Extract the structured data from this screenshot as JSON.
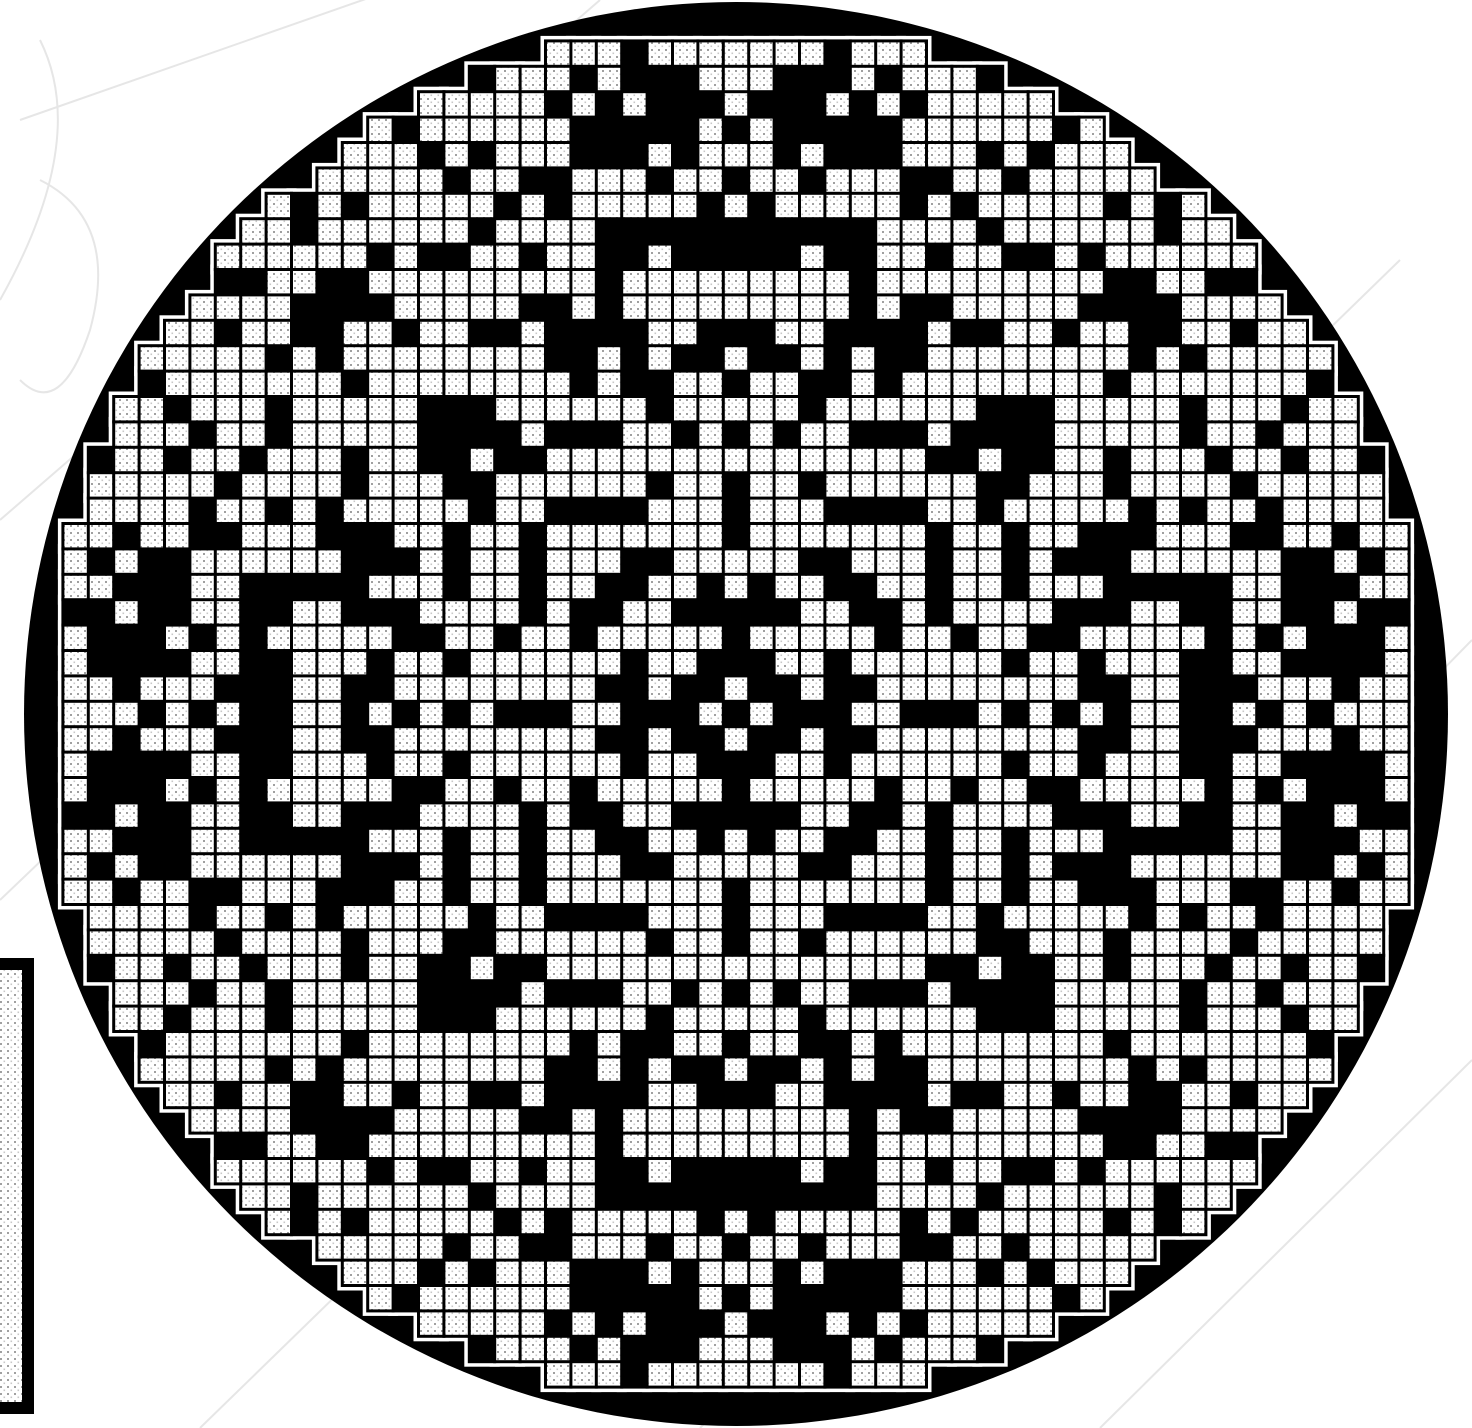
{
  "figure": {
    "description_visible_text": "",
    "colors": {
      "ink": "#000000",
      "paper": "#ffffff",
      "mesh": "#bdbdbd",
      "watermark": "#e6e6e6"
    },
    "grid": {
      "columns": 53,
      "rows": 53
    },
    "pattern": {
      "style": "filet-crochet",
      "symmetry": "four-fold",
      "filled_cell_fraction": 0.4,
      "seed": 7
    }
  }
}
